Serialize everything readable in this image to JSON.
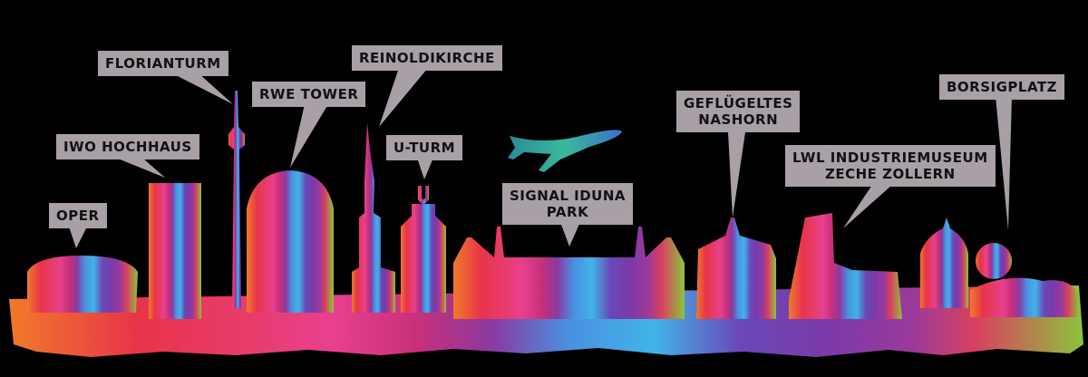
{
  "labels": {
    "florianturm": "FLORIANTURM",
    "reinoldikirche": "REINOLDIKIRCHE",
    "rwe_tower": "RWE TOWER",
    "iwo_hochhaus": "IWO HOCHHAUS",
    "u_turm": "U-TURM",
    "oper": "OPER",
    "signal_iduna_line1": "SIGNAL IDUNA",
    "signal_iduna_line2": "PARK",
    "nashorn_line1": "GEFLÜGELTES",
    "nashorn_line2": "NASHORN",
    "lwl_line1": "LWL INDUSTRIEMUSEUM",
    "lwl_line2": "ZECHE ZOLLERN",
    "borsigplatz": "BORSIGPLATZ"
  },
  "colors": {
    "background": "#000000",
    "callout": "#a8a0a6",
    "callout_text": "#111111",
    "orange": "#f06a2a",
    "red": "#e8344a",
    "pink": "#e83c8a",
    "magenta": "#c8308a",
    "purple": "#7a3aa8",
    "blue": "#3a8ae0",
    "cyan": "#3ab8e8",
    "green": "#8cc43a"
  }
}
